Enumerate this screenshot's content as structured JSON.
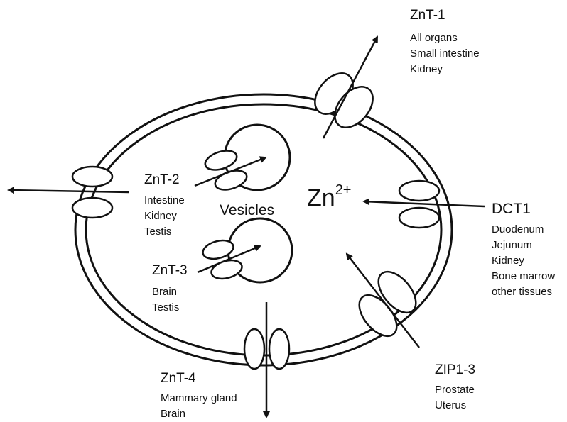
{
  "transporters": {
    "znt1": {
      "name": "ZnT-1",
      "tissues": [
        "All organs",
        "Small intestine",
        "Kidney"
      ]
    },
    "znt2": {
      "name": "ZnT-2",
      "tissues": [
        "Intestine",
        "Kidney",
        "Testis"
      ]
    },
    "znt3": {
      "name": "ZnT-3",
      "tissues": [
        "Brain",
        "Testis"
      ]
    },
    "znt4": {
      "name": "ZnT-4",
      "tissues": [
        "Mammary gland",
        "Brain"
      ]
    },
    "dct1": {
      "name": "DCT1",
      "tissues": [
        "Duodenum",
        "Jejunum",
        "Kidney",
        "Bone marrow",
        "other tissues"
      ]
    },
    "zip13": {
      "name": "ZIP1-3",
      "tissues": [
        "Prostate",
        "Uterus"
      ]
    }
  },
  "center": {
    "ion": "Zn",
    "charge": "2+",
    "vesicles": "Vesicles"
  }
}
